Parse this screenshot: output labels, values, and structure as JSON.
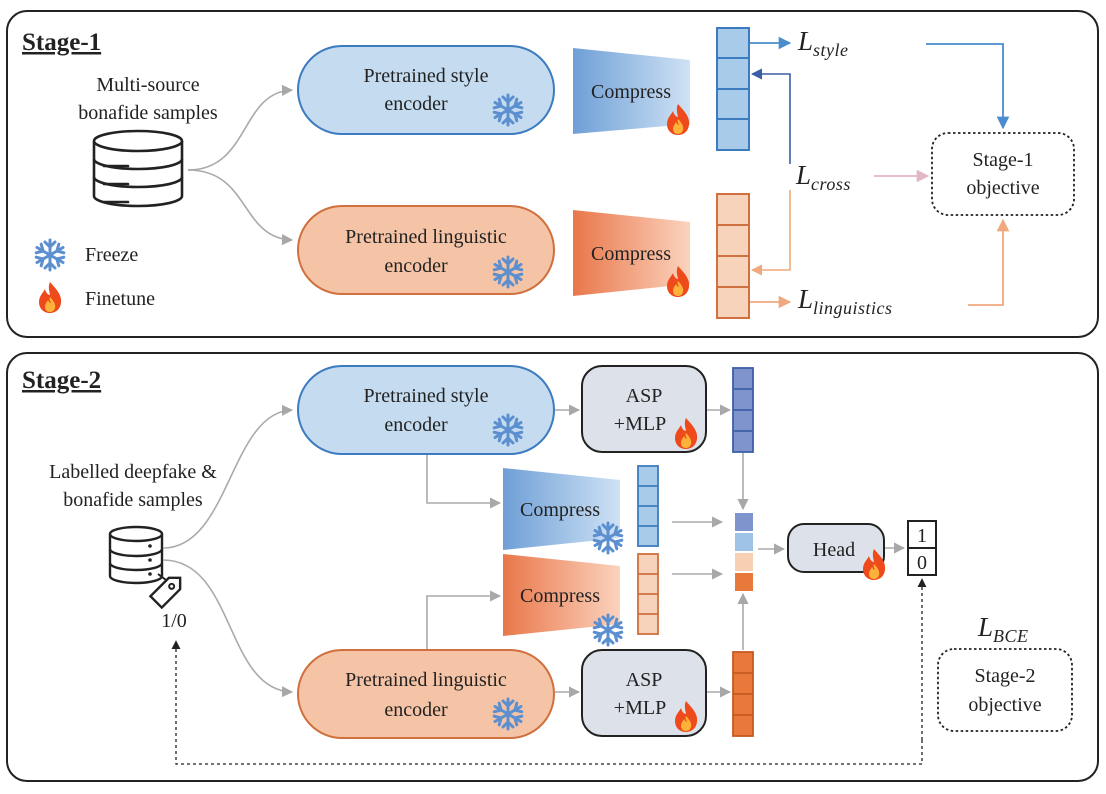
{
  "stage1": {
    "title": "Stage-1",
    "source_line1": "Multi-source",
    "source_line2": "bonafide samples",
    "style_enc_line1": "Pretrained style",
    "style_enc_line2": "encoder",
    "ling_enc_line1": "Pretrained linguistic",
    "ling_enc_line2": "encoder",
    "compress_top": "Compress",
    "compress_bottom": "Compress",
    "loss_style": {
      "main": "L",
      "sub": "style"
    },
    "loss_cross": {
      "main": "L",
      "sub": "cross"
    },
    "loss_linguistics": {
      "main": "L",
      "sub": "linguistics"
    },
    "objective_line1": "Stage-1",
    "objective_line2": "objective"
  },
  "legend": {
    "freeze": "Freeze",
    "finetune": "Finetune"
  },
  "stage2": {
    "title": "Stage-2",
    "source_line1": "Labelled deepfake &",
    "source_line2": "bonafide samples",
    "tag_label": "1/0",
    "style_enc_line1": "Pretrained style",
    "style_enc_line2": "encoder",
    "ling_enc_line1": "Pretrained linguistic",
    "ling_enc_line2": "encoder",
    "asp_top_line1": "ASP",
    "asp_top_line2": "+MLP",
    "asp_bottom_line1": "ASP",
    "asp_bottom_line2": "+MLP",
    "compress_top": "Compress",
    "compress_bottom": "Compress",
    "head": "Head",
    "output_top": "1",
    "output_bottom": "0",
    "loss_bce": {
      "main": "L",
      "sub": "BCE"
    },
    "objective_line1": "Stage-2",
    "objective_line2": "objective"
  },
  "colors": {
    "style_fill": "#c5dcf0",
    "style_stroke": "#3d7bbf",
    "ling_fill": "#f5c4a6",
    "ling_stroke": "#d0703e",
    "asp_fill": "#dde1ea",
    "vec_blue": "#9fc3e6",
    "vec_orange": "#f7cfb2",
    "vec_dark_blue": "#7f93cc",
    "vec_dark_orange": "#e8793a",
    "arrow_gray": "#aaaaaa"
  },
  "icons": {
    "freeze": "snowflake-icon",
    "finetune": "flame-icon",
    "database": "database-icon",
    "tag": "tag-icon"
  }
}
